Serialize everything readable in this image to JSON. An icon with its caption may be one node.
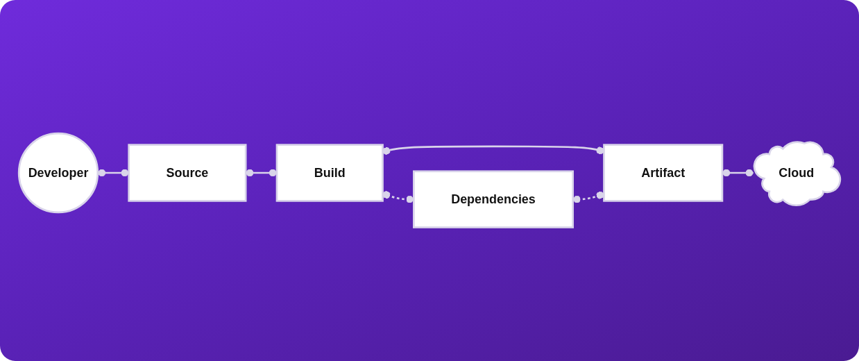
{
  "diagram": {
    "nodes": [
      {
        "text": [
          "Developer"
        ]
      },
      {
        "text": [
          "Source"
        ]
      },
      {
        "text": [
          "Build"
        ]
      },
      {
        "text": [
          "Artifact"
        ]
      },
      {
        "text": [
          "Cloud"
        ]
      },
      {
        "text": [
          "Dependencies"
        ]
      }
    ],
    "edges": [
      {
        "from": 0,
        "to": 1,
        "arrow": "other"
      },
      {
        "from": 1,
        "to": 2,
        "arrow": "other"
      },
      {
        "from": 2,
        "to": 3,
        "arrow": "other"
      },
      {
        "from": 3,
        "to": 4,
        "arrow": "other"
      },
      {
        "from": 2,
        "to": 5,
        "arrow": "other",
        "style": "dashed"
      },
      {
        "from": 5,
        "to": 3,
        "arrow": "other",
        "style": "dashed"
      }
    ]
  }
}
